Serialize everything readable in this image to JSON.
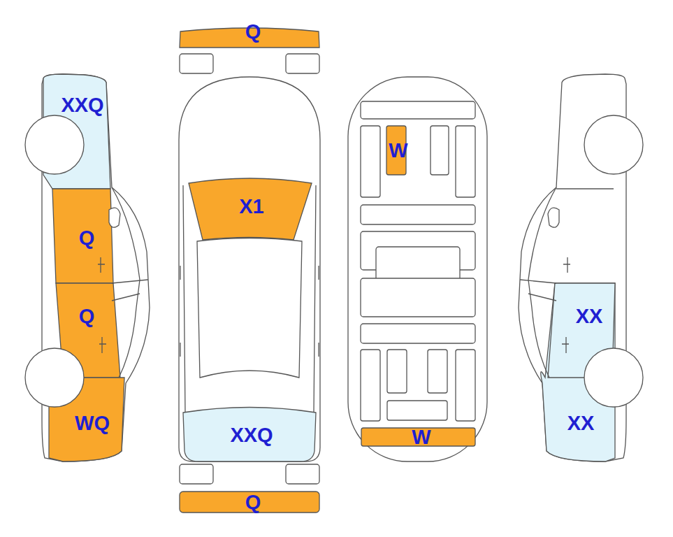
{
  "diagram": {
    "labels": [
      "Q",
      "XXQ",
      "W",
      "X1",
      "Q",
      "Q",
      "XX",
      "WQ",
      "XXQ",
      "W",
      "XX",
      "Q"
    ]
  }
}
